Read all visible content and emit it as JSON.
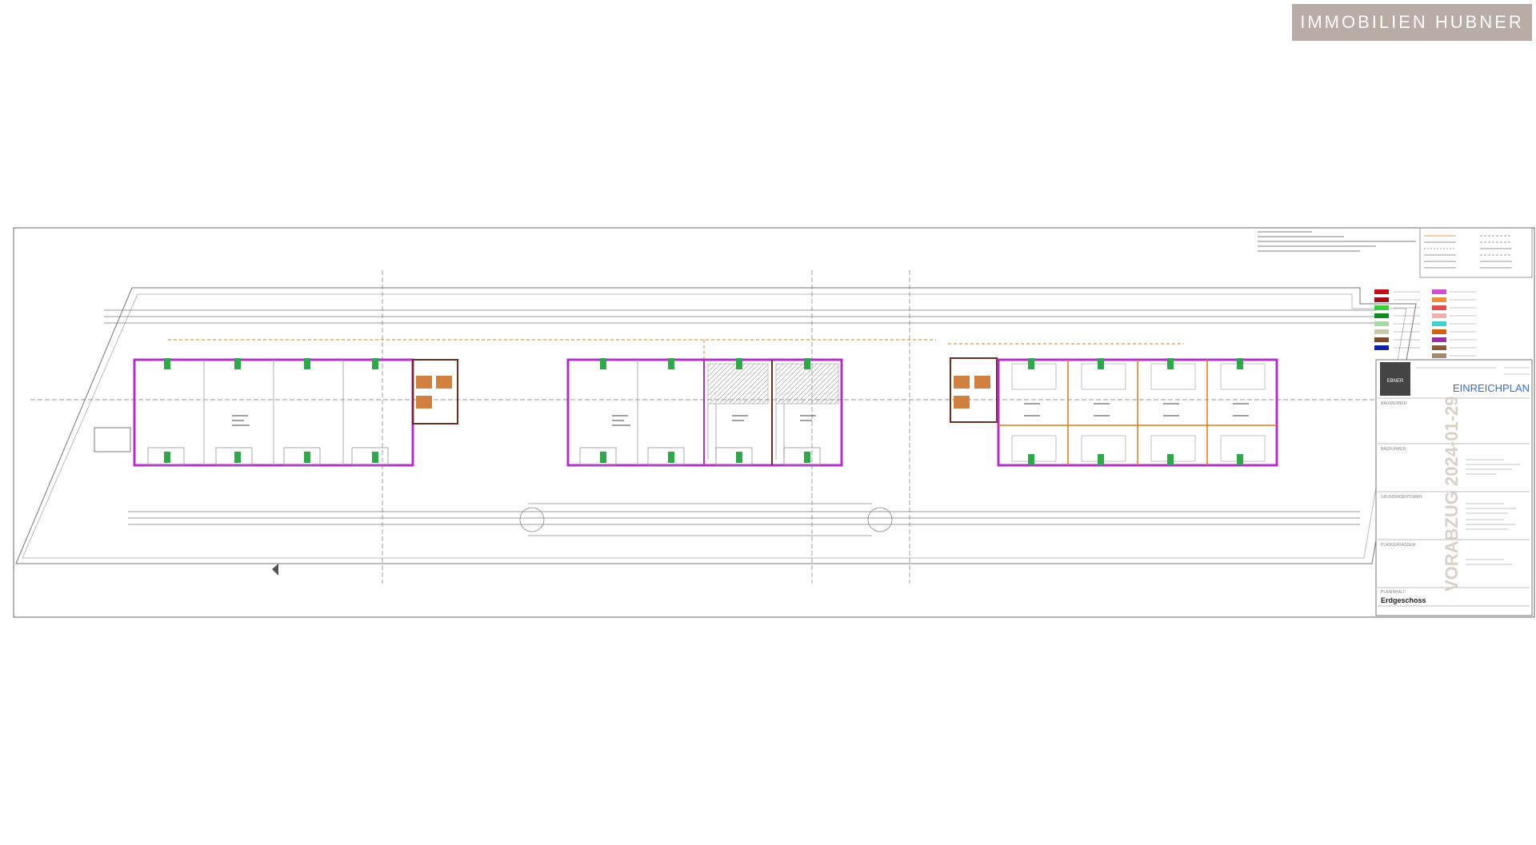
{
  "brand": {
    "label": "IMMOBILIEN HUBNER"
  },
  "plan": {
    "title_block": {
      "firm": "EBNER",
      "plan_type": "EINREICHPLAN",
      "stamp": "VORABZUG 2024-01-29",
      "sheet_title": "Erdgeschoss",
      "sections": [
        "BAUWERBER:",
        "BAUFÜHRER:",
        "GRUNDEIGENTÜMER:",
        "PLANVERFASSER:",
        "PLANINHALT:"
      ]
    },
    "colors": {
      "wall": "#b030c8",
      "wall_secondary": "#6b2f1e",
      "green_marker": "#2ea84a",
      "orange_line": "#e07a10",
      "blue_label": "#2a6fd6",
      "line": "#555555"
    },
    "legend": {
      "swatches_left": [
        "#c0101a",
        "#a0101a",
        "#3ccc3c",
        "#108a20",
        "#a8d8a8",
        "#c8c8a8",
        "#7a4a2a",
        "#1020a0"
      ],
      "swatches_right": [
        "#d050d0",
        "#e89040",
        "#e05050",
        "#f0b0b0",
        "#40d0d0",
        "#d06010",
        "#9a30a0",
        "#8a5a3a",
        "#a08a70"
      ]
    }
  }
}
